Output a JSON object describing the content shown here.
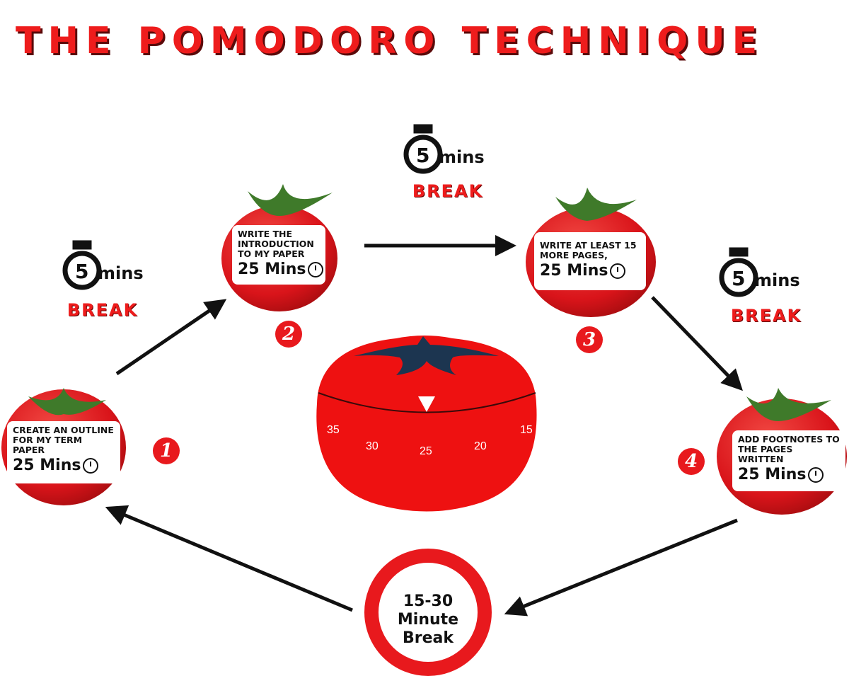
{
  "title": "THE POMODORO TECHNIQUE",
  "steps": [
    {
      "number": "1",
      "task": "CREATE AN OUTLINE FOR MY TERM PAPER",
      "duration": "25 Mins"
    },
    {
      "number": "2",
      "task": "WRITE THE INTRODUCTION TO MY PAPER",
      "duration": "25 Mins"
    },
    {
      "number": "3",
      "task": "WRITE AT LEAST 15 MORE PAGES,",
      "duration": "25 Mins"
    },
    {
      "number": "4",
      "task": "ADD FOOTNOTES TO THE PAGES WRITTEN",
      "duration": "25 Mins"
    }
  ],
  "breaks": [
    {
      "minutes": "5",
      "unit": "mins",
      "label": "BREAK"
    },
    {
      "minutes": "5",
      "unit": "mins",
      "label": "BREAK"
    },
    {
      "minutes": "5",
      "unit": "mins",
      "label": "BREAK"
    }
  ],
  "long_break": {
    "line1": "15-30",
    "line2": "Minute",
    "line3": "Break"
  },
  "timer": {
    "dial_labels": [
      "35",
      "30",
      "25",
      "20",
      "15"
    ]
  },
  "colors": {
    "accent": "#ee1c1c",
    "stem": "#1c3550",
    "leaf": "#3f7a2a"
  }
}
